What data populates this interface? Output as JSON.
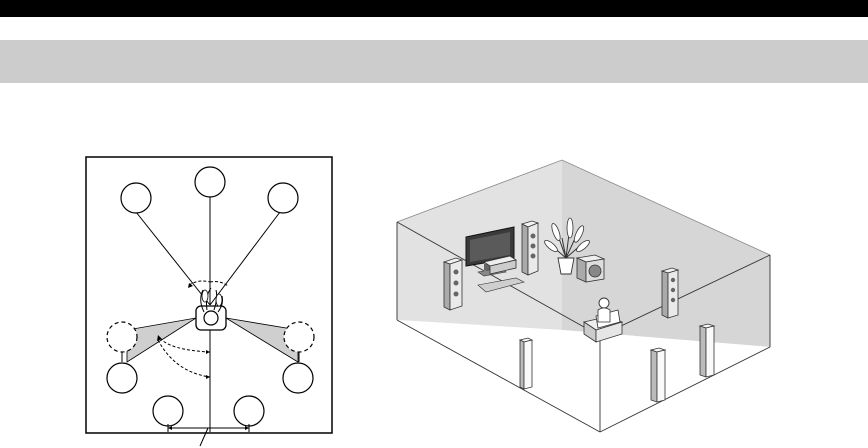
{
  "header": {
    "bar_color": "#000000",
    "band_color": "#cccccc"
  },
  "layout_diagram": {
    "description_icons": {
      "listener": "seated-listener-plant-icon",
      "speaker_solid": "speaker-circle-solid",
      "speaker_optional": "speaker-circle-dashed"
    },
    "speakers_solid": 7,
    "speakers_optional": 2
  },
  "room_illustration": {
    "wall_color": "#d9d9d9",
    "items": [
      "tv",
      "front-left-speaker",
      "front-right-speaker",
      "center-speaker",
      "subwoofer",
      "plant",
      "surround-left-speaker",
      "surround-right-speaker",
      "surround-back-left-speaker",
      "surround-back-right-speaker",
      "listener"
    ]
  }
}
